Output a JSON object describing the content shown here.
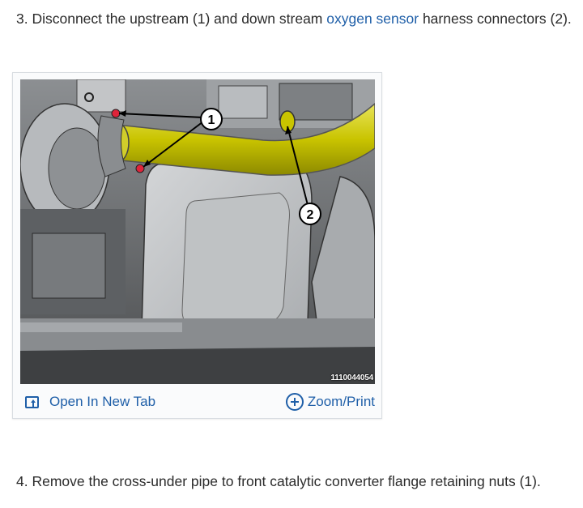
{
  "steps": [
    {
      "prefix": "3. Disconnect the upstream (1) and down stream ",
      "link": "oxygen sensor",
      "suffix": " harness connectors (2)."
    },
    {
      "text": "4. Remove the cross-under pipe to front catalytic converter flange retaining nuts (1)."
    }
  ],
  "figure": {
    "id_label": "1110044054",
    "callouts": [
      "1",
      "2"
    ],
    "toolbar": {
      "open_label": "Open In New Tab",
      "zoom_label": "Zoom/Print"
    }
  },
  "colors": {
    "link": "#1f5fa8",
    "pipe": "#c9c400",
    "connector": "#e0243a"
  }
}
